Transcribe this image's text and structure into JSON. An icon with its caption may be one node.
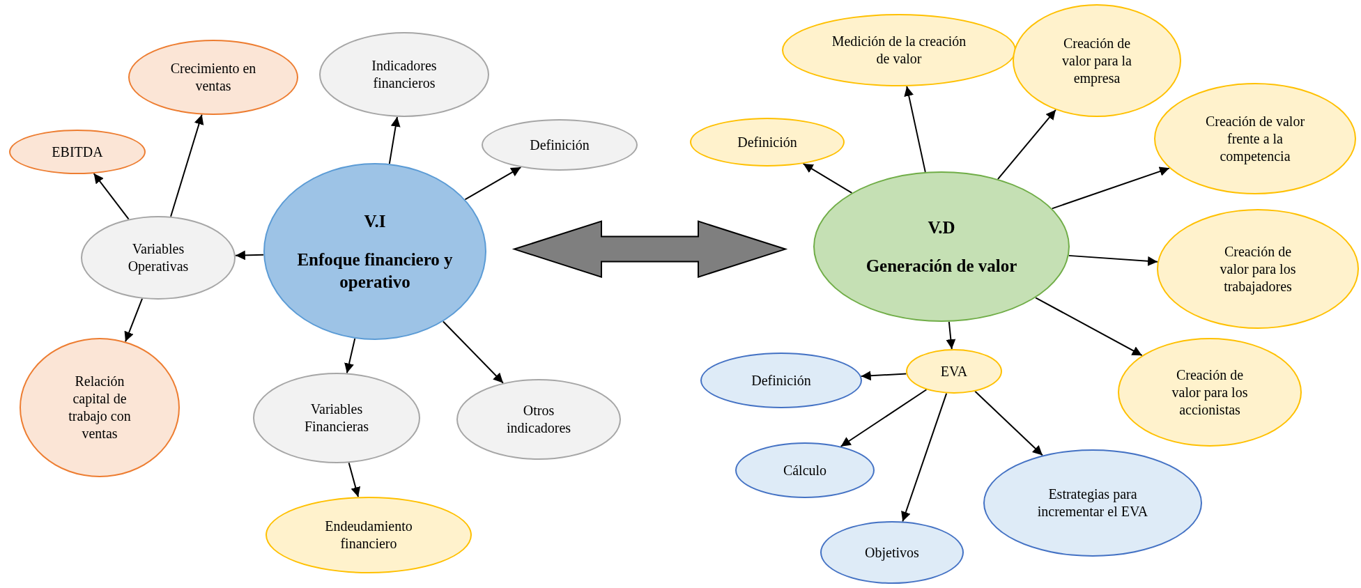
{
  "diagram": {
    "nodes": [
      {
        "text": [
          "V.I",
          "Enfoque financiero y operativo"
        ]
      },
      {
        "text": [
          "Variables Operativas"
        ]
      },
      {
        "text": [
          "EBITDA"
        ]
      },
      {
        "text": [
          "Crecimiento en ventas"
        ]
      },
      {
        "text": [
          "Relación capital de trabajo con ventas"
        ]
      },
      {
        "text": [
          "Indicadores financieros"
        ]
      },
      {
        "text": [
          "Definición"
        ]
      },
      {
        "text": [
          "Variables Financieras"
        ]
      },
      {
        "text": [
          "Otros indicadores"
        ]
      },
      {
        "text": [
          "Endeudamiento financiero"
        ]
      },
      {
        "text": [
          "V.D",
          "Generación de valor"
        ]
      },
      {
        "text": [
          "Definición"
        ]
      },
      {
        "text": [
          "Medición de la creación de valor"
        ]
      },
      {
        "text": [
          "Creación de valor para la empresa"
        ]
      },
      {
        "text": [
          "Creación de valor frente a la competencia"
        ]
      },
      {
        "text": [
          "Creación de valor para los trabajadores"
        ]
      },
      {
        "text": [
          "Creación de valor para los accionistas"
        ]
      },
      {
        "text": [
          "EVA"
        ]
      },
      {
        "text": [
          "Definición"
        ]
      },
      {
        "text": [
          "Cálculo"
        ]
      },
      {
        "text": [
          "Objetivos"
        ]
      },
      {
        "text": [
          "Estrategias para incrementar el EVA"
        ]
      }
    ],
    "edges": [
      {
        "from": 0,
        "to": 1,
        "arrow": "to"
      },
      {
        "from": 1,
        "to": 2,
        "arrow": "to"
      },
      {
        "from": 1,
        "to": 3,
        "arrow": "to"
      },
      {
        "from": 1,
        "to": 4,
        "arrow": "to"
      },
      {
        "from": 0,
        "to": 5,
        "arrow": "to"
      },
      {
        "from": 0,
        "to": 6,
        "arrow": "to"
      },
      {
        "from": 0,
        "to": 7,
        "arrow": "to"
      },
      {
        "from": 0,
        "to": 8,
        "arrow": "to"
      },
      {
        "from": 7,
        "to": 9,
        "arrow": "to"
      },
      {
        "from": 0,
        "to": 10,
        "arrow": "both",
        "style": "thick",
        "color": "#7f7f7f"
      },
      {
        "from": 10,
        "to": 11,
        "arrow": "to"
      },
      {
        "from": 10,
        "to": 12,
        "arrow": "to"
      },
      {
        "from": 10,
        "to": 13,
        "arrow": "to"
      },
      {
        "from": 10,
        "to": 14,
        "arrow": "to"
      },
      {
        "from": 10,
        "to": 15,
        "arrow": "to"
      },
      {
        "from": 10,
        "to": 16,
        "arrow": "to"
      },
      {
        "from": 10,
        "to": 17,
        "arrow": "to"
      },
      {
        "from": 17,
        "to": 18,
        "arrow": "to"
      },
      {
        "from": 17,
        "to": 19,
        "arrow": "to"
      },
      {
        "from": 17,
        "to": 20,
        "arrow": "to"
      },
      {
        "from": 17,
        "to": 21,
        "arrow": "to"
      }
    ]
  }
}
